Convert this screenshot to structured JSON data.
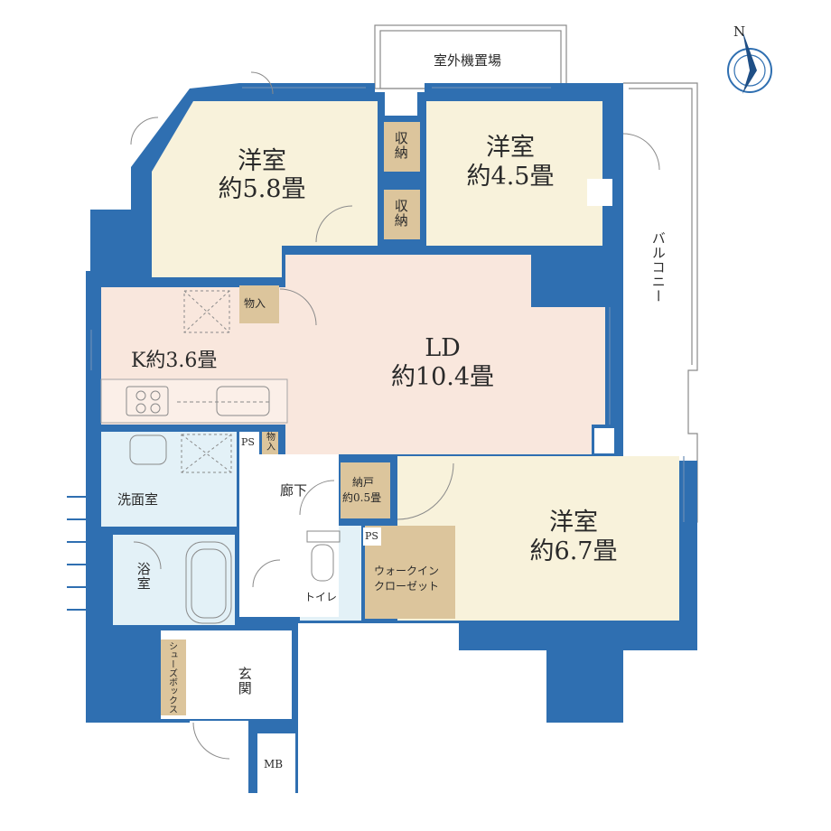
{
  "rooms": {
    "western_1": {
      "name": "洋室",
      "size": "約5.8畳"
    },
    "western_2": {
      "name": "洋室",
      "size": "約4.5畳"
    },
    "western_3": {
      "name": "洋室",
      "size": "約6.7畳"
    },
    "ld": {
      "name": "LD",
      "size": "約10.4畳"
    },
    "kitchen": {
      "label": "K約3.6畳"
    },
    "closet_a": "収納",
    "closet_b": "収納",
    "storage_1": "物入",
    "storage_2": "物入",
    "pantry": {
      "name": "納戸",
      "size": "約0.5畳"
    },
    "wic": {
      "line1": "ウォークイン",
      "line2": "クローゼット"
    },
    "washroom": "洗面室",
    "bath": "浴室",
    "toilet": "トイレ",
    "corridor": "廊下",
    "entrance": "玄関",
    "shoe_box": "シューズボックス",
    "ps_1": "PS",
    "ps_2": "PS",
    "mb": "MB",
    "balcony": "バルコニー",
    "outdoor_unit": "室外機置場"
  },
  "compass": {
    "label": "N"
  },
  "colors": {
    "wall": "#2f6fb1",
    "western": "#f8f2db",
    "ld": "#f9e7dd",
    "storage": "#dcc59c",
    "wet": "#e3f1f7",
    "corridor": "#ffffff"
  }
}
